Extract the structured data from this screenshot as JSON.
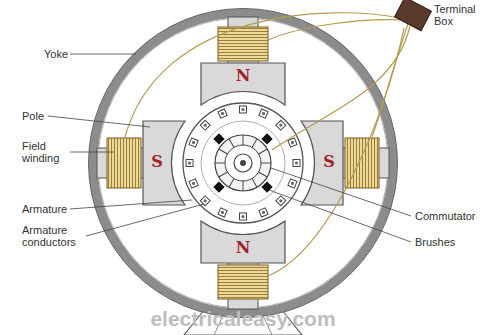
{
  "diagram": {
    "nodes": [
      {
        "text": [
          "N"
        ]
      },
      {
        "text": [
          "S"
        ]
      },
      {
        "text": [
          "S"
        ]
      },
      {
        "text": [
          "N"
        ]
      }
    ],
    "labels": [
      "Yoke",
      "Terminal Box",
      "Pole",
      "Field winding",
      "Armature",
      "Armature conductors",
      "Commutator",
      "Brushes",
      "electricaleasy.com"
    ]
  }
}
